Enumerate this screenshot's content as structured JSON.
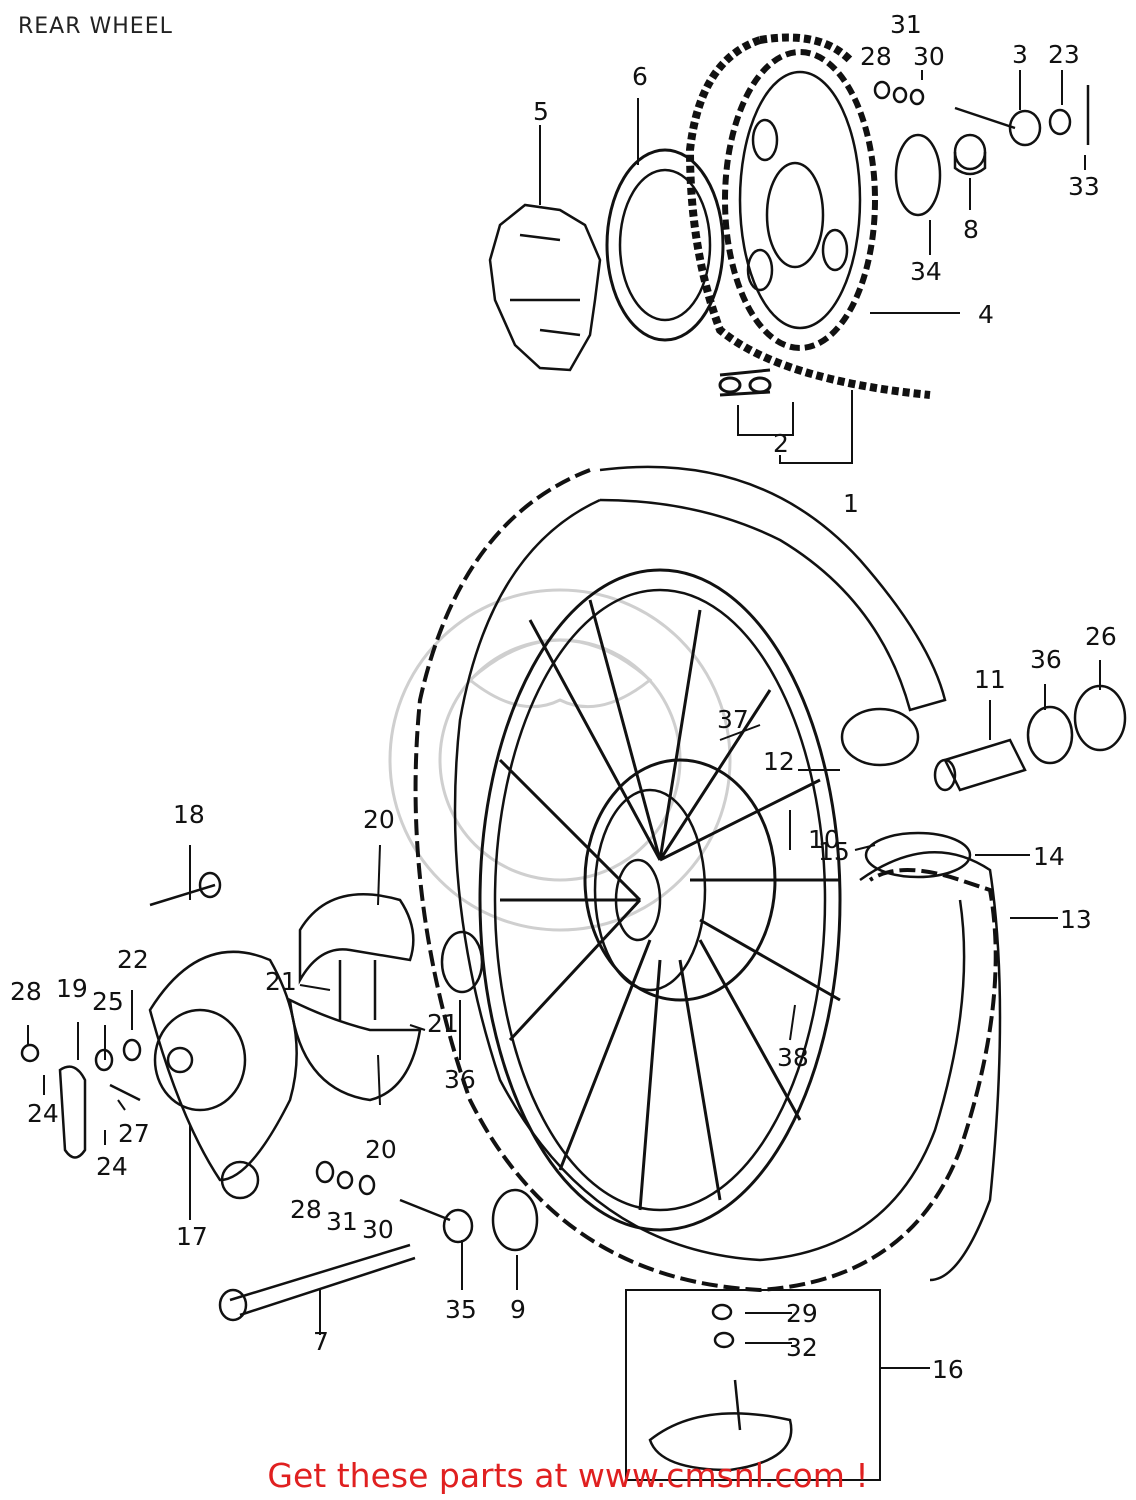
{
  "title": "REAR WHEEL",
  "footer": "Get these parts at www.cmsnl.com !",
  "colors": {
    "line": "#111111",
    "footer": "#e02020",
    "watermark": "#c8c8c8"
  },
  "callouts": [
    {
      "id": "c1",
      "label": "1"
    },
    {
      "id": "c2",
      "label": "2"
    },
    {
      "id": "c3",
      "label": "3"
    },
    {
      "id": "c4",
      "label": "4"
    },
    {
      "id": "c5",
      "label": "5"
    },
    {
      "id": "c6",
      "label": "6"
    },
    {
      "id": "c7",
      "label": "7"
    },
    {
      "id": "c8",
      "label": "8"
    },
    {
      "id": "c9",
      "label": "9"
    },
    {
      "id": "c10",
      "label": "10"
    },
    {
      "id": "c11",
      "label": "11"
    },
    {
      "id": "c12",
      "label": "12"
    },
    {
      "id": "c13",
      "label": "13"
    },
    {
      "id": "c14",
      "label": "14"
    },
    {
      "id": "c15",
      "label": "15"
    },
    {
      "id": "c16",
      "label": "16"
    },
    {
      "id": "c17",
      "label": "17"
    },
    {
      "id": "c18",
      "label": "18"
    },
    {
      "id": "c19",
      "label": "19"
    },
    {
      "id": "c20a",
      "label": "20"
    },
    {
      "id": "c20b",
      "label": "20"
    },
    {
      "id": "c21a",
      "label": "21"
    },
    {
      "id": "c21b",
      "label": "21"
    },
    {
      "id": "c22",
      "label": "22"
    },
    {
      "id": "c23",
      "label": "23"
    },
    {
      "id": "c24a",
      "label": "24"
    },
    {
      "id": "c24b",
      "label": "24"
    },
    {
      "id": "c25",
      "label": "25"
    },
    {
      "id": "c26",
      "label": "26"
    },
    {
      "id": "c27",
      "label": "27"
    },
    {
      "id": "c28a",
      "label": "28"
    },
    {
      "id": "c28b",
      "label": "28"
    },
    {
      "id": "c28c",
      "label": "28"
    },
    {
      "id": "c29",
      "label": "29"
    },
    {
      "id": "c30a",
      "label": "30"
    },
    {
      "id": "c30b",
      "label": "30"
    },
    {
      "id": "c31a",
      "label": "31"
    },
    {
      "id": "c31b",
      "label": "31"
    },
    {
      "id": "c32",
      "label": "32"
    },
    {
      "id": "c33",
      "label": "33"
    },
    {
      "id": "c34",
      "label": "34"
    },
    {
      "id": "c35",
      "label": "35"
    },
    {
      "id": "c36a",
      "label": "36"
    },
    {
      "id": "c36b",
      "label": "36"
    },
    {
      "id": "c37",
      "label": "37"
    },
    {
      "id": "c38",
      "label": "38"
    }
  ]
}
